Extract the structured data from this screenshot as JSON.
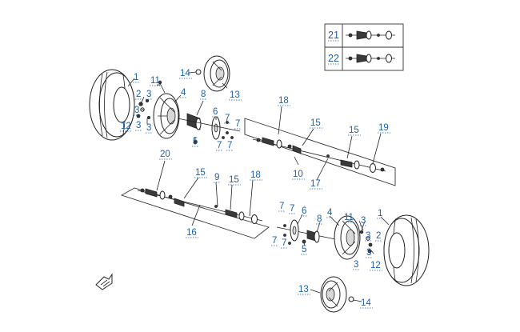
{
  "diagram": {
    "callouts": [
      {
        "id": "c-1-left",
        "label": "1"
      },
      {
        "id": "c-2-left",
        "label": "2"
      },
      {
        "id": "c-3-left-a",
        "label": "3"
      },
      {
        "id": "c-3-left-b",
        "label": "3"
      },
      {
        "id": "c-3-left-c",
        "label": "3"
      },
      {
        "id": "c-3-left-d",
        "label": "3"
      },
      {
        "id": "c-12-left",
        "label": "12"
      },
      {
        "id": "c-11-left",
        "label": "11"
      },
      {
        "id": "c-14-top",
        "label": "14"
      },
      {
        "id": "c-13-top",
        "label": "13"
      },
      {
        "id": "c-4-left",
        "label": "4"
      },
      {
        "id": "c-8-left",
        "label": "8"
      },
      {
        "id": "c-6-top",
        "label": "6"
      },
      {
        "id": "c-7-top-a",
        "label": "7"
      },
      {
        "id": "c-7-top-b",
        "label": "7"
      },
      {
        "id": "c-7-top-c",
        "label": "7"
      },
      {
        "id": "c-7-top-d",
        "label": "7"
      },
      {
        "id": "c-5-top",
        "label": "5"
      },
      {
        "id": "c-18-top",
        "label": "18"
      },
      {
        "id": "c-15-top-a",
        "label": "15"
      },
      {
        "id": "c-15-top-b",
        "label": "15"
      },
      {
        "id": "c-19",
        "label": "19"
      },
      {
        "id": "c-10",
        "label": "10"
      },
      {
        "id": "c-17",
        "label": "17"
      },
      {
        "id": "c-20",
        "label": "20"
      },
      {
        "id": "c-15-low-a",
        "label": "15"
      },
      {
        "id": "c-9",
        "label": "9"
      },
      {
        "id": "c-15-low-b",
        "label": "15"
      },
      {
        "id": "c-18-low",
        "label": "18"
      },
      {
        "id": "c-16",
        "label": "16"
      },
      {
        "id": "c-7-low-a",
        "label": "7"
      },
      {
        "id": "c-7-low-b",
        "label": "7"
      },
      {
        "id": "c-6-low",
        "label": "6"
      },
      {
        "id": "c-7-low-c",
        "label": "7"
      },
      {
        "id": "c-7-low-d",
        "label": "7"
      },
      {
        "id": "c-8-low",
        "label": "8"
      },
      {
        "id": "c-4-low",
        "label": "4"
      },
      {
        "id": "c-11-low",
        "label": "11"
      },
      {
        "id": "c-3-right-a",
        "label": "3"
      },
      {
        "id": "c-1-right",
        "label": "1"
      },
      {
        "id": "c-3-right-b",
        "label": "3"
      },
      {
        "id": "c-2-right",
        "label": "2"
      },
      {
        "id": "c-3-right-c",
        "label": "3"
      },
      {
        "id": "c-5-low",
        "label": "5"
      },
      {
        "id": "c-3-right-d",
        "label": "3"
      },
      {
        "id": "c-12-right",
        "label": "12"
      },
      {
        "id": "c-13-low",
        "label": "13"
      },
      {
        "id": "c-14-low",
        "label": "14"
      }
    ],
    "legend": [
      {
        "id": "legend-21",
        "label": "21"
      },
      {
        "id": "legend-22",
        "label": "22"
      }
    ]
  }
}
